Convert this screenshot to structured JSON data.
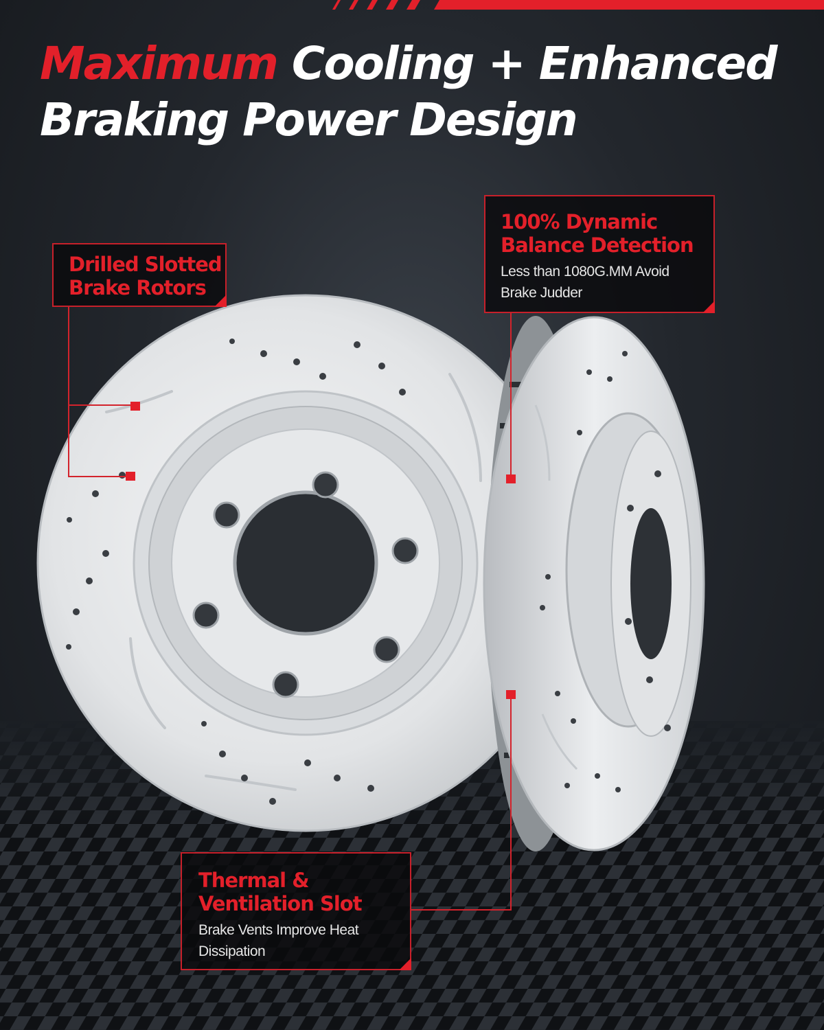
{
  "headline": {
    "red_part": "Maximum",
    "white_part_1": " Cooling + Enhanced",
    "white_part_2": "Braking Power Design"
  },
  "callouts": {
    "drilled": {
      "title_line_1": "Drilled Slotted",
      "title_line_2": "Brake Rotors"
    },
    "balance": {
      "title_line_1": "100% Dynamic",
      "title_line_2": "Balance Detection",
      "text_line_1": "Less than 1080G.MM Avoid",
      "text_line_2": "Brake Judder"
    },
    "thermal": {
      "title_line_1": "Thermal &",
      "title_line_2": "Ventilation Slot",
      "text_line_1": "Brake Vents Improve Heat",
      "text_line_2": "Dissipation"
    }
  },
  "colors": {
    "accent": "#e3202a",
    "background": "#1b1f24",
    "rotor": "#e4e6e8"
  },
  "icons": [
    "brake-rotor-front",
    "brake-rotor-side"
  ]
}
